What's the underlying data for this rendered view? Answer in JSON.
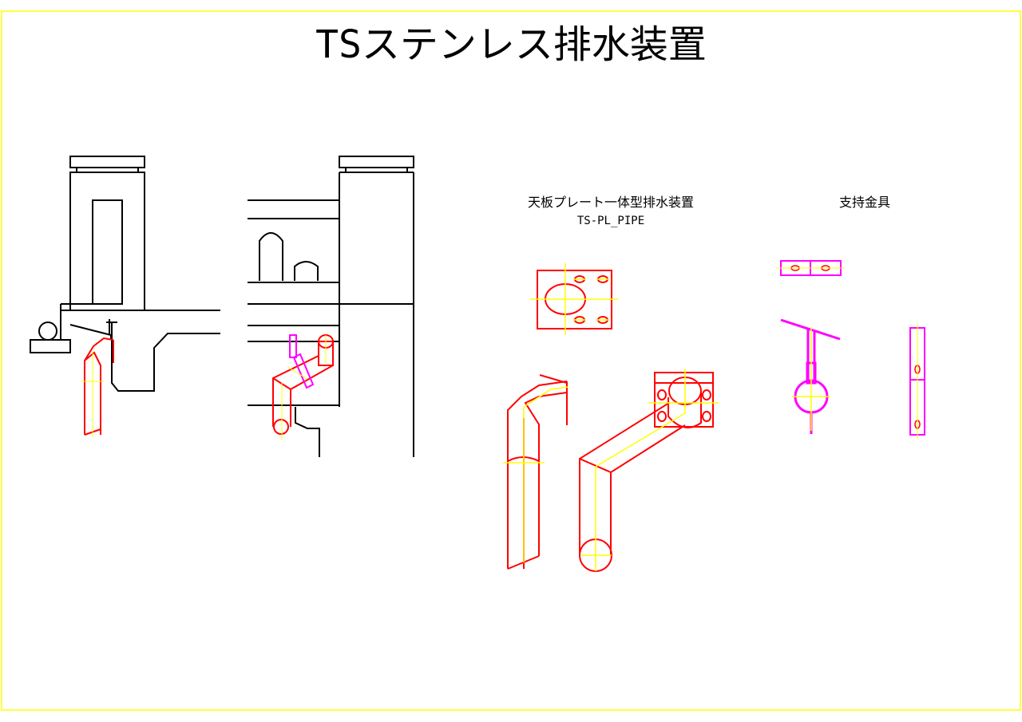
{
  "title": "TSステンレス排水装置",
  "labels": {
    "integrated_device_name": "天板プレート一体型排水装置",
    "integrated_device_code": "TS-PL_PIPE",
    "support_bracket": "支持金具"
  },
  "colors": {
    "frame": "#ffff00",
    "structure": "#000000",
    "pipe": "#ff0000",
    "centerline": "#ffff00",
    "bracket": "#ff00ff"
  }
}
